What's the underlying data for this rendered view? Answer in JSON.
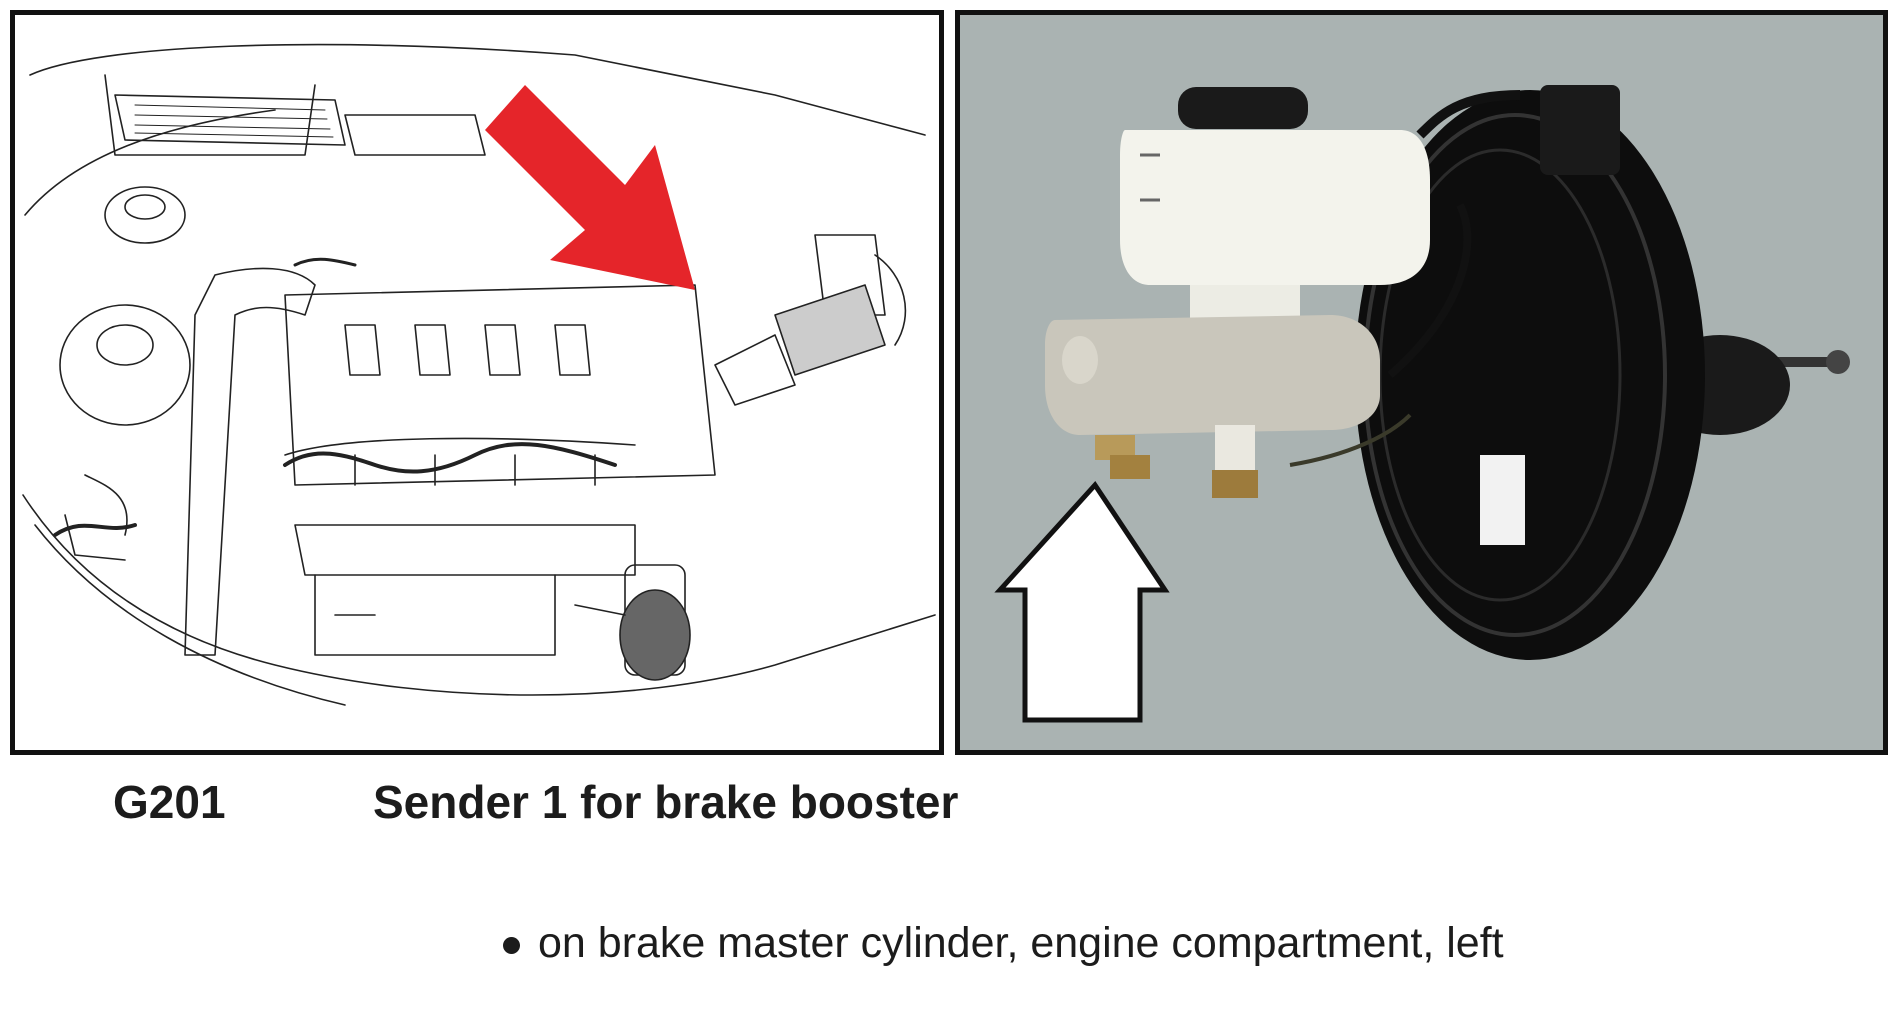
{
  "figure": {
    "left_image": "engine-compartment-line-drawing",
    "right_image": "brake-booster-master-cylinder-photo",
    "left_arrow_color": "#e5252a",
    "right_arrow_color": "#ffffff"
  },
  "caption": {
    "code": "G201",
    "title": "Sender 1 for brake booster"
  },
  "bullets": [
    {
      "text": "on brake master cylinder, engine compartment, left"
    }
  ]
}
